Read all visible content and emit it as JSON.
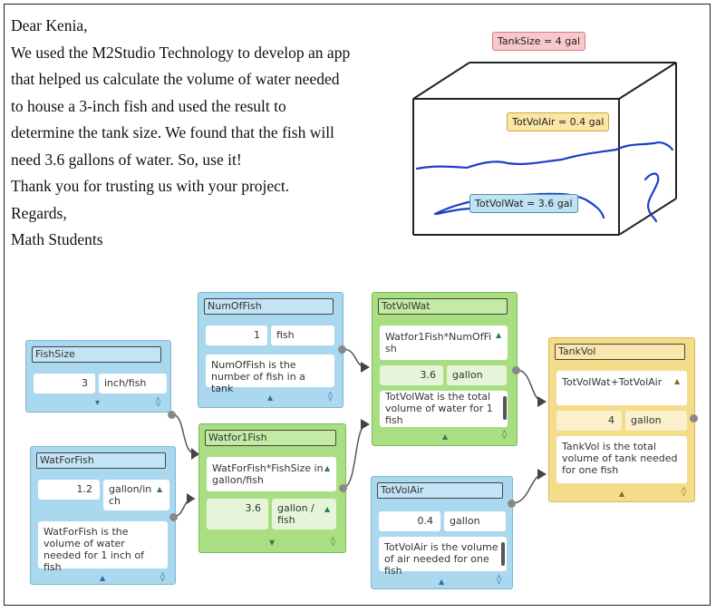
{
  "letter": {
    "lines": [
      "Dear Kenia,",
      "We used the M2Studio Technology to develop an app",
      "that helped us calculate the volume of water needed",
      "to house a 3-inch fish and used the result to",
      "determine the tank size. We found that the fish will",
      "need 3.6 gallons of water. So, use it!",
      "Thank you for trusting us with your project.",
      "Regards,",
      "Math Students"
    ]
  },
  "sketch_tags": {
    "tank_size": "TankSize = 4 gal",
    "air": "TotVolAir = 0.4 gal",
    "water": "TotVolWat = 3.6 gal"
  },
  "nodes": {
    "fishsize": {
      "title": "FishSize",
      "value": "3",
      "unit": "inch/fish"
    },
    "watforfish": {
      "title": "WatForFish",
      "value": "1.2",
      "unit_line1": "gallon/in",
      "unit_line2": "ch",
      "desc": "WatForFish is the volume of water needed for 1 inch of fish"
    },
    "numoffish": {
      "title": "NumOfFish",
      "value": "1",
      "unit": "fish",
      "desc": "NumOfFish is the number of fish in a tank"
    },
    "watfor1fish": {
      "title": "Watfor1Fish",
      "formula": "WatForFish*FishSize in gallon/fish",
      "value": "3.6",
      "unit_line1": "gallon /",
      "unit_line2": "fish"
    },
    "totvolwat": {
      "title": "TotVolWat",
      "formula": "Watfor1Fish*NumOfFi sh",
      "value": "3.6",
      "unit": "gallon",
      "desc": "TotVolWat is the total volume of water for 1 fish"
    },
    "totvolair": {
      "title": "TotVolAir",
      "value": "0.4",
      "unit": "gallon",
      "desc": "TotVolAir is the volume of air needed for one fish"
    },
    "tankvol": {
      "title": "TankVol",
      "formula": "TotVolWat+TotVolAir",
      "value": "4",
      "unit": "gallon",
      "desc": "TankVol is the total volume of tank needed for one fish"
    }
  },
  "icons": {
    "drop": "droplet-icon",
    "caret": "caret-up-icon",
    "port": "connector-port"
  },
  "colors": {
    "blue_node": "#a9d8ef",
    "green_node": "#a9df82",
    "yellow_node": "#f5dc8b",
    "ink": "#1f3fc7"
  }
}
